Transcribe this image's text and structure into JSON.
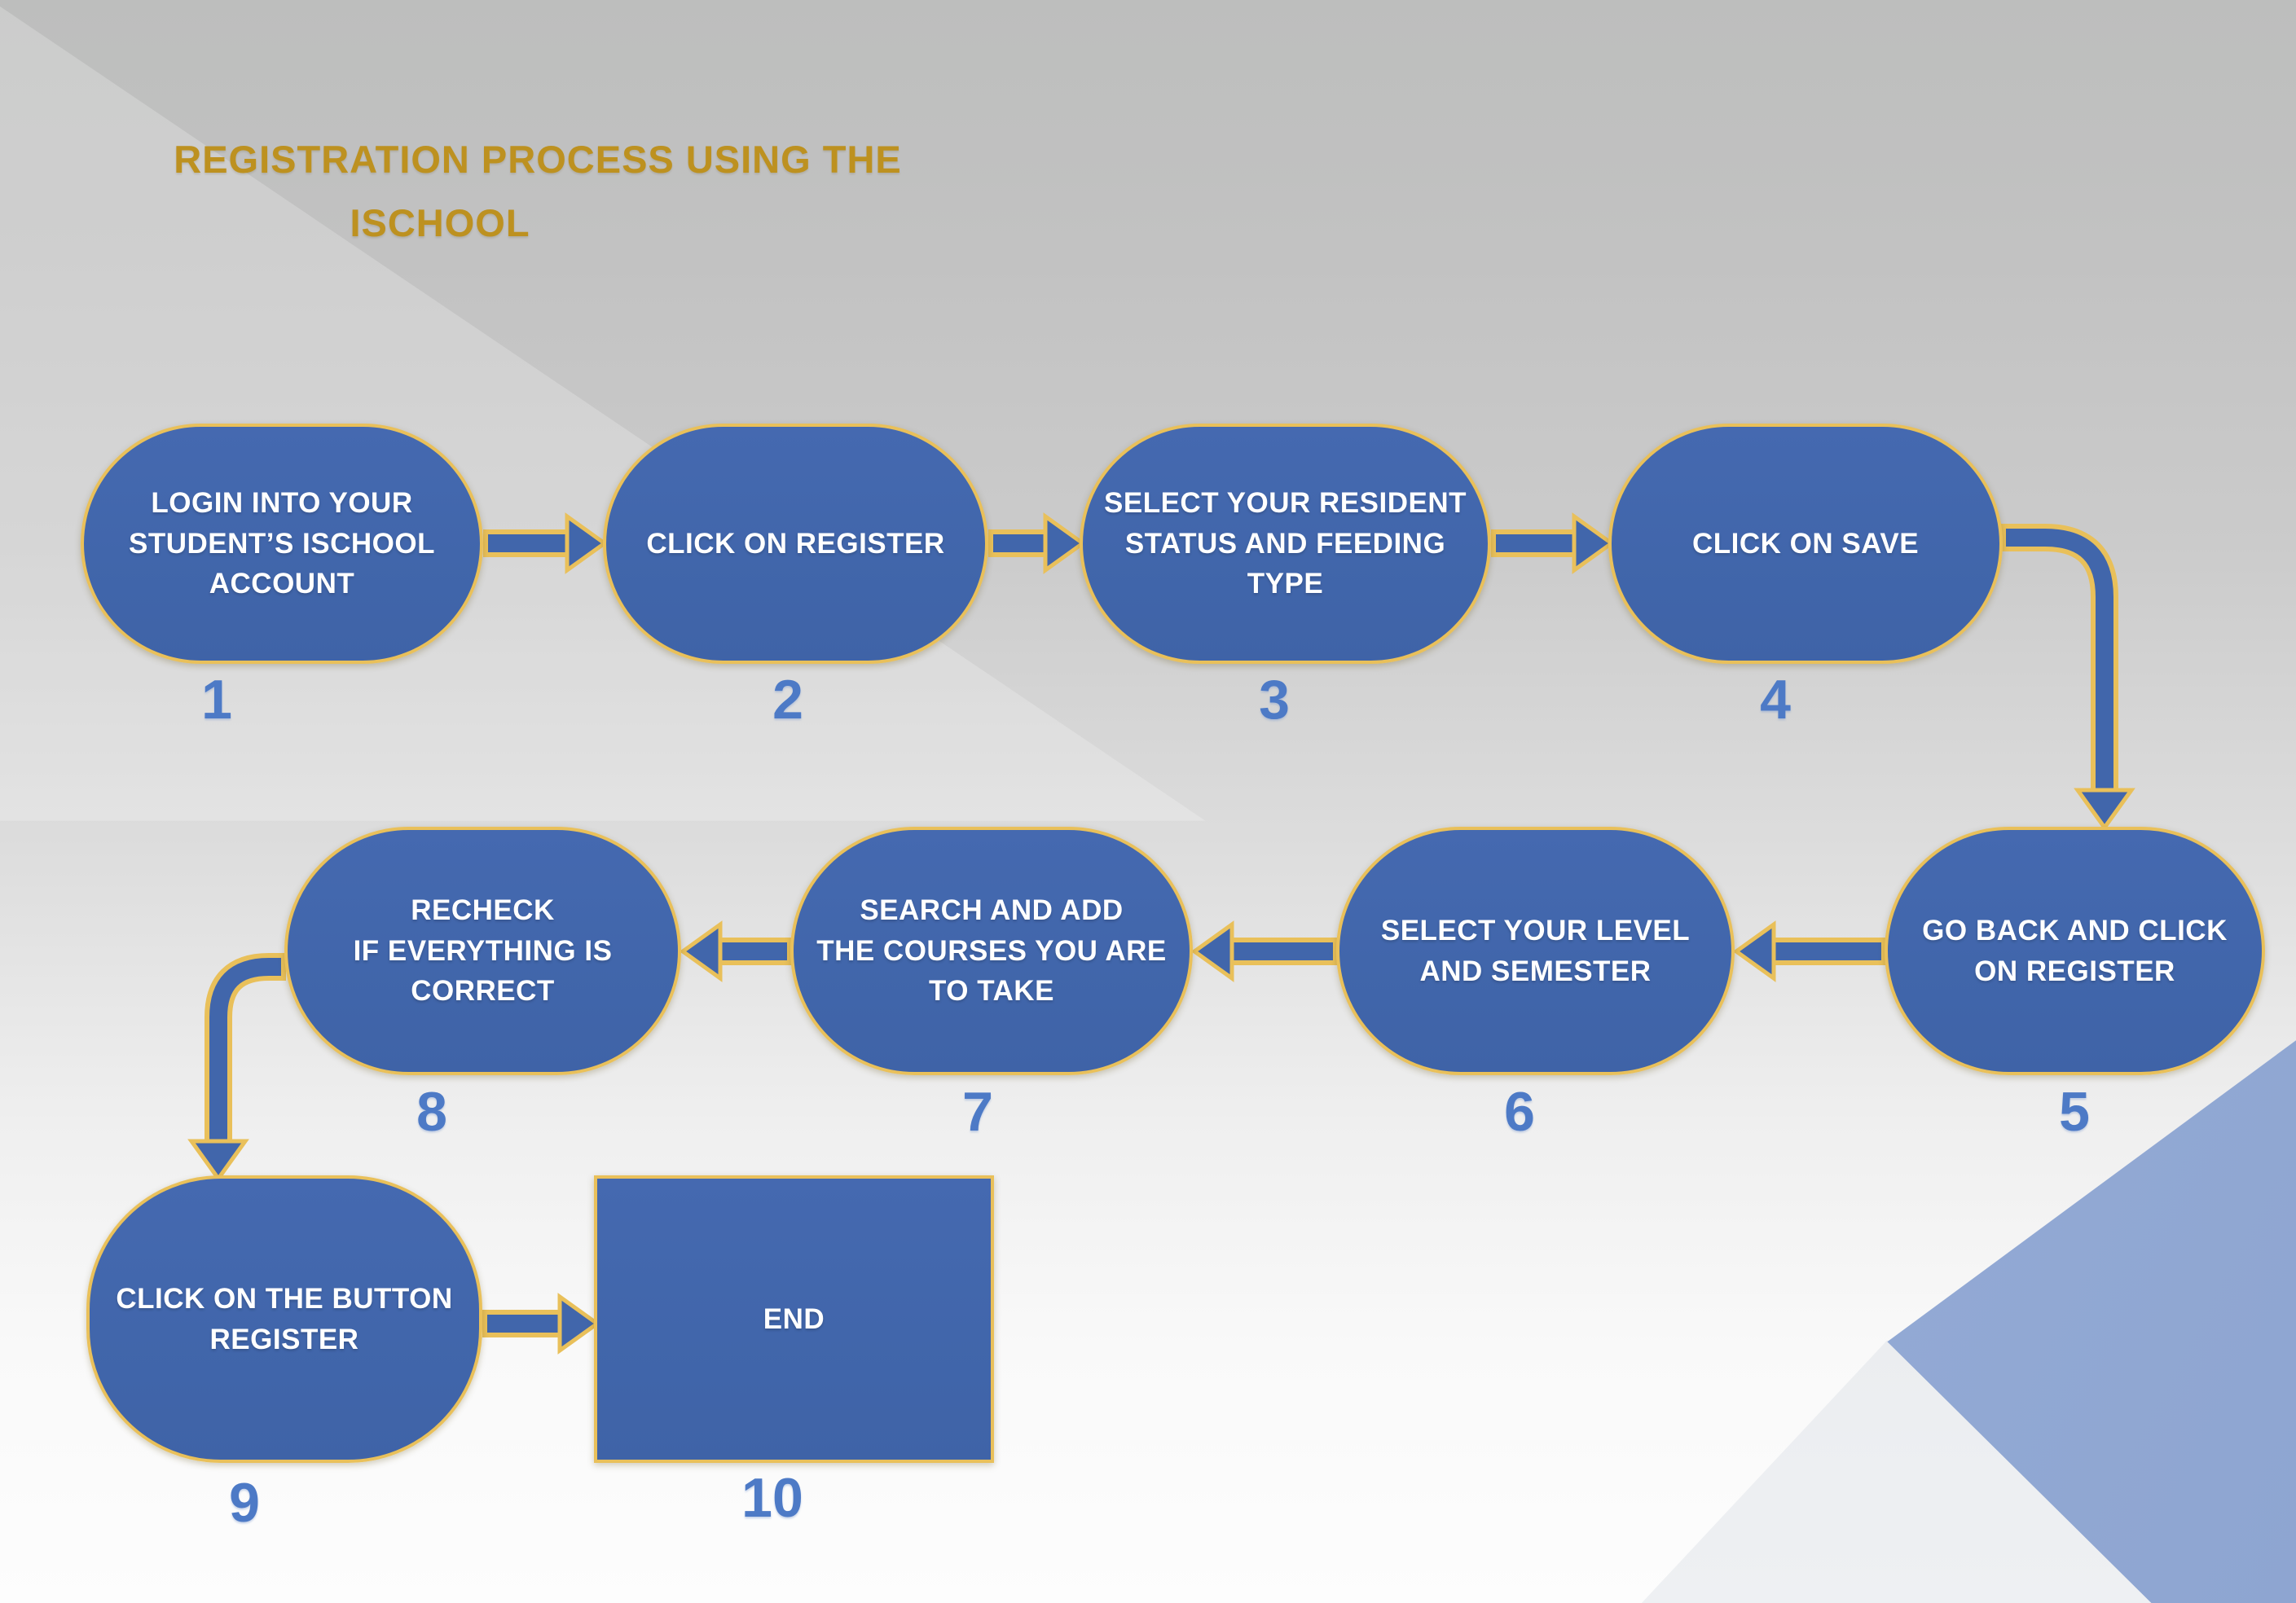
{
  "title": {
    "line1": "REGISTRATION PROCESS USING THE",
    "line2": "ISCHOOL"
  },
  "steps": [
    {
      "num": "1",
      "text": "LOGIN INTO YOUR\nSTUDENT’S ISCHOOL\nACCOUNT",
      "shape": "rounded"
    },
    {
      "num": "2",
      "text": "CLICK ON REGISTER",
      "shape": "rounded"
    },
    {
      "num": "3",
      "text": "SELECT YOUR RESIDENT\nSTATUS AND FEEDING\nTYPE",
      "shape": "rounded"
    },
    {
      "num": "4",
      "text": "CLICK ON SAVE",
      "shape": "rounded"
    },
    {
      "num": "5",
      "text": "GO BACK AND CLICK\nON REGISTER",
      "shape": "rounded"
    },
    {
      "num": "6",
      "text": "SELECT YOUR LEVEL\nAND SEMESTER",
      "shape": "rounded"
    },
    {
      "num": "7",
      "text": "SEARCH AND ADD\nTHE COURSES YOU ARE\nTO TAKE",
      "shape": "rounded"
    },
    {
      "num": "8",
      "text": "RECHECK\nIF EVERYTHING IS\nCORRECT",
      "shape": "rounded"
    },
    {
      "num": "9",
      "text": "CLICK ON THE BUTTON\nREGISTER",
      "shape": "rounded"
    },
    {
      "num": "10",
      "text": "END",
      "shape": "rectangle"
    }
  ],
  "flow_order": [
    "1",
    "2",
    "3",
    "4",
    "5",
    "6",
    "7",
    "8",
    "9",
    "10"
  ],
  "colors": {
    "node_fill": "#4166ab",
    "node_border": "#e9c05a",
    "number": "#4d7ac6",
    "title": "#bd9120",
    "background_top": "#bdbebd",
    "background_bottom": "#fdfdfd",
    "wedge_blue": "#92a9d4",
    "node_text": "#ffffff"
  }
}
